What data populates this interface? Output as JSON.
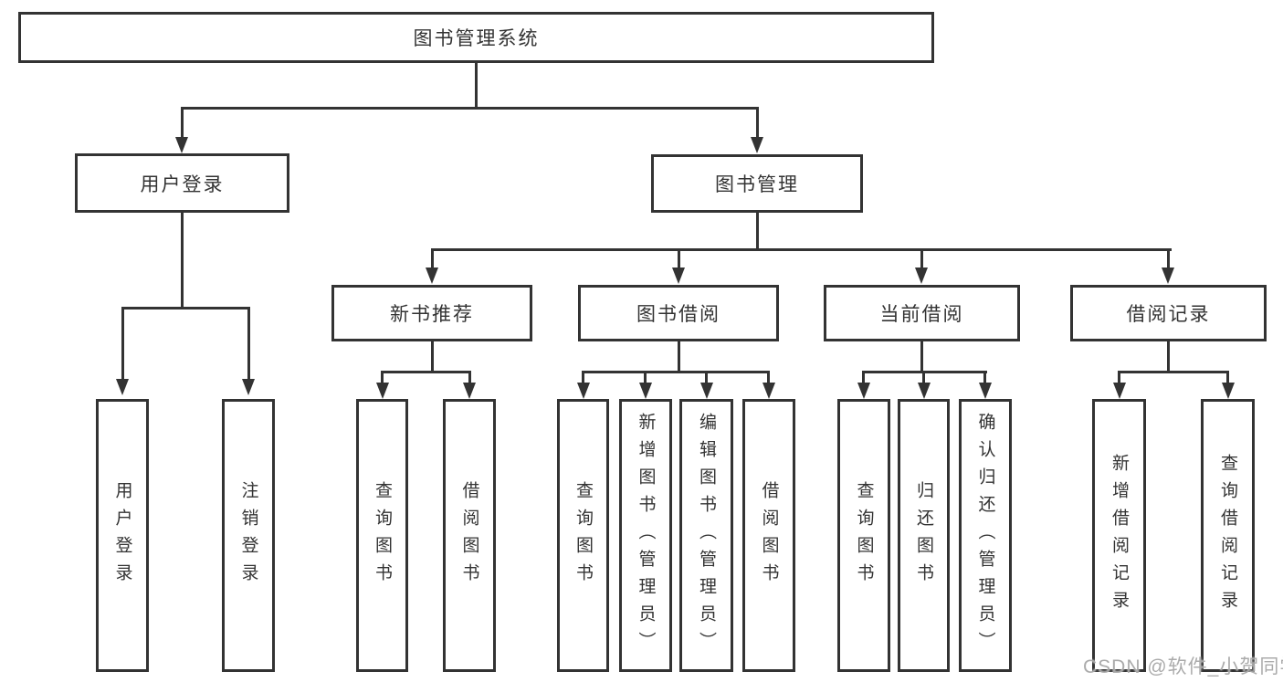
{
  "diagram": {
    "root": {
      "label": "图书管理系统"
    },
    "level2": {
      "user_login": {
        "label": "用户登录"
      },
      "book_mgmt": {
        "label": "图书管理"
      }
    },
    "level3": {
      "new_rec": {
        "label": "新书推荐"
      },
      "borrow": {
        "label": "图书借阅"
      },
      "current": {
        "label": "当前借阅"
      },
      "records": {
        "label": "借阅记录"
      }
    },
    "leaves": {
      "login": {
        "label": "用户登录"
      },
      "logout": {
        "label": "注销登录"
      },
      "rec_query": {
        "label": "查询图书"
      },
      "rec_borrow": {
        "label": "借阅图书"
      },
      "bb_query": {
        "label": "查询图书"
      },
      "bb_add": {
        "label": "新增图书（管理员）"
      },
      "bb_edit": {
        "label": "编辑图书（管理员）"
      },
      "bb_borrow": {
        "label": "借阅图书"
      },
      "cb_query": {
        "label": "查询图书"
      },
      "cb_return": {
        "label": "归还图书"
      },
      "cb_confirm": {
        "label": "确认归还（管理员）"
      },
      "br_add": {
        "label": "新增借阅记录"
      },
      "br_query": {
        "label": "查询借阅记录"
      }
    }
  },
  "watermark": {
    "text": "CSDN @软件_小贺同学"
  },
  "colors": {
    "line": "#333333",
    "box_border": "#333333",
    "box_bg": "#ffffff",
    "background": "#ffffff",
    "watermark": "#a4a4a4"
  }
}
